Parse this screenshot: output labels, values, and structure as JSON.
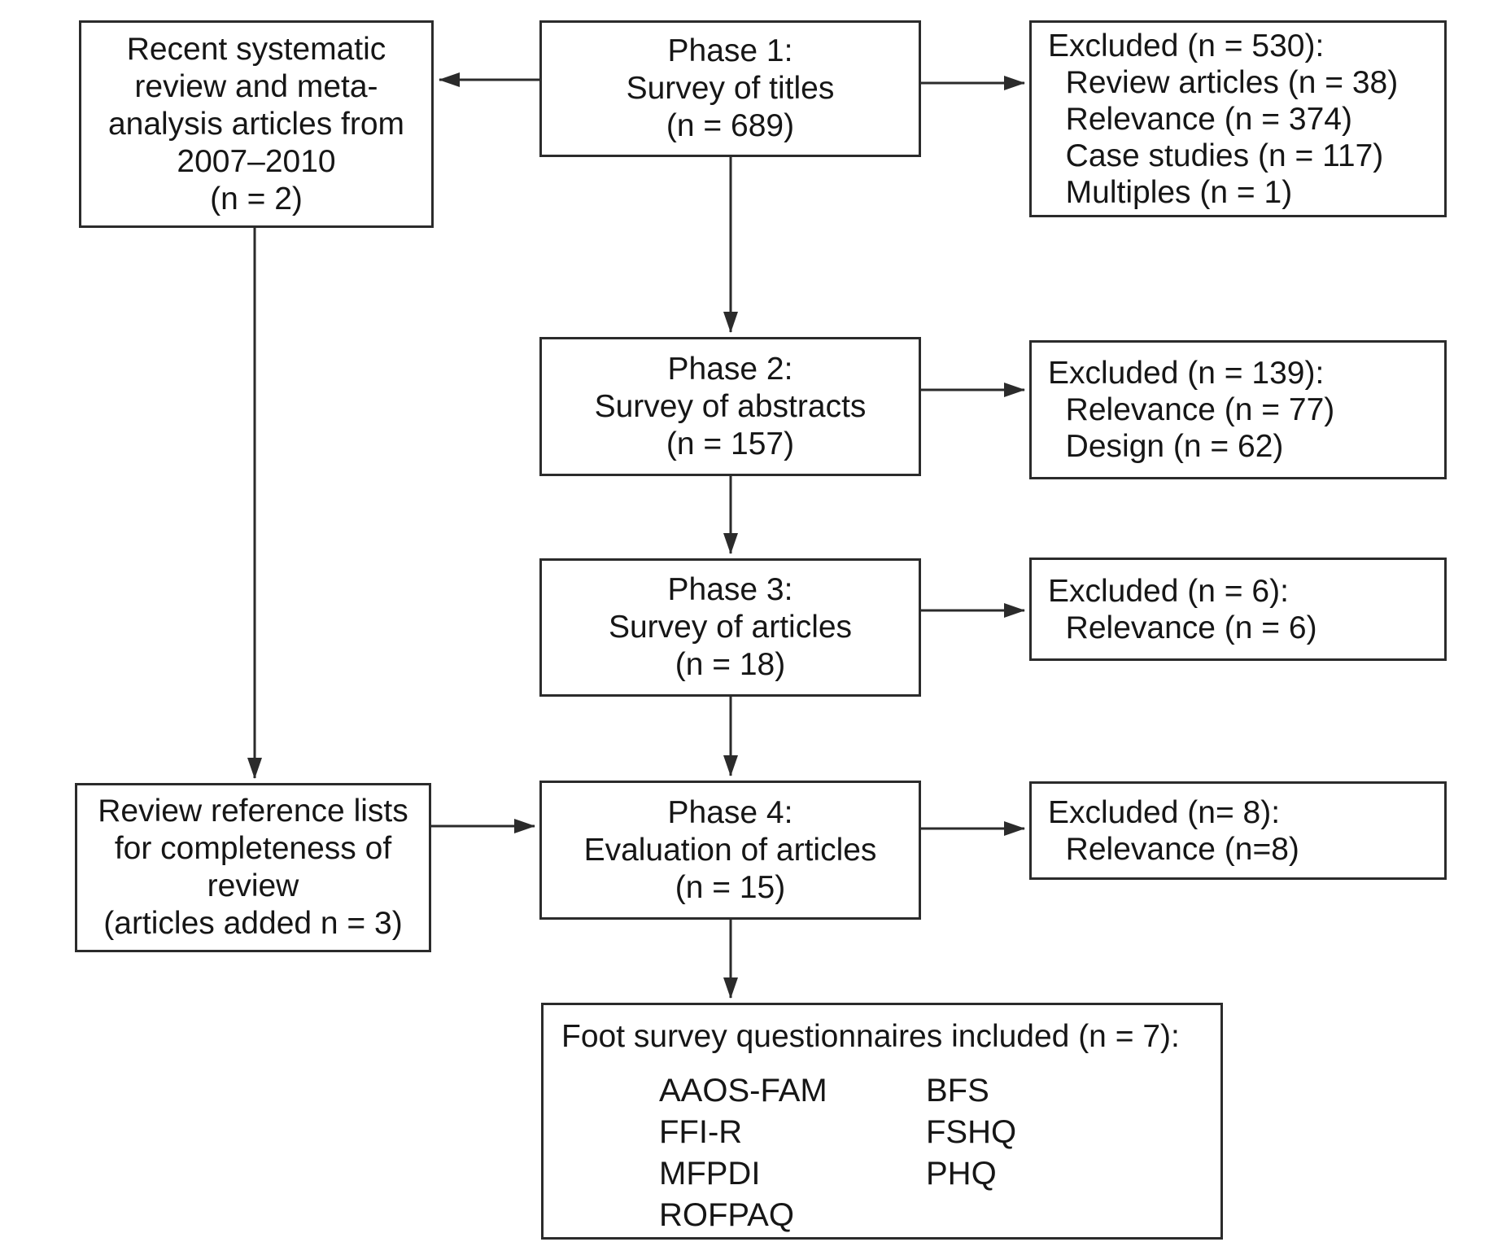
{
  "diagram": {
    "background": "#ffffff",
    "line_color": "#2b2b2b",
    "text_color": "#161616"
  },
  "boxes": {
    "recent_reviews": {
      "text": "Recent systematic\nreview and meta-\nanalysis articles from\n2007–2010\n(n = 2)"
    },
    "phase1": {
      "text": "Phase 1:\nSurvey of titles\n(n = 689)"
    },
    "excluded1": {
      "text": "Excluded (n = 530):\n  Review articles (n = 38)\n  Relevance (n = 374)\n  Case studies (n = 117)\n  Multiples (n = 1)"
    },
    "phase2": {
      "text": "Phase 2:\nSurvey of abstracts\n(n = 157)"
    },
    "excluded2": {
      "text": "Excluded (n = 139):\n  Relevance (n = 77)\n  Design (n = 62)"
    },
    "phase3": {
      "text": "Phase 3:\nSurvey of articles\n(n = 18)"
    },
    "excluded3": {
      "text": "Excluded (n = 6):\n  Relevance (n = 6)"
    },
    "ref_lists": {
      "text": "Review reference lists\nfor completeness of\nreview\n(articles added n = 3)"
    },
    "phase4": {
      "text": "Phase 4:\nEvaluation of articles\n(n = 15)"
    },
    "excluded4": {
      "text": "Excluded (n= 8):\n  Relevance (n=8)"
    },
    "included": {
      "title": "Foot survey questionnaires included (n = 7):",
      "col1": [
        "AAOS-FAM",
        "FFI-R",
        "MFPDI",
        "ROFPAQ"
      ],
      "col2": [
        "BFS",
        "FSHQ",
        "PHQ"
      ]
    }
  }
}
